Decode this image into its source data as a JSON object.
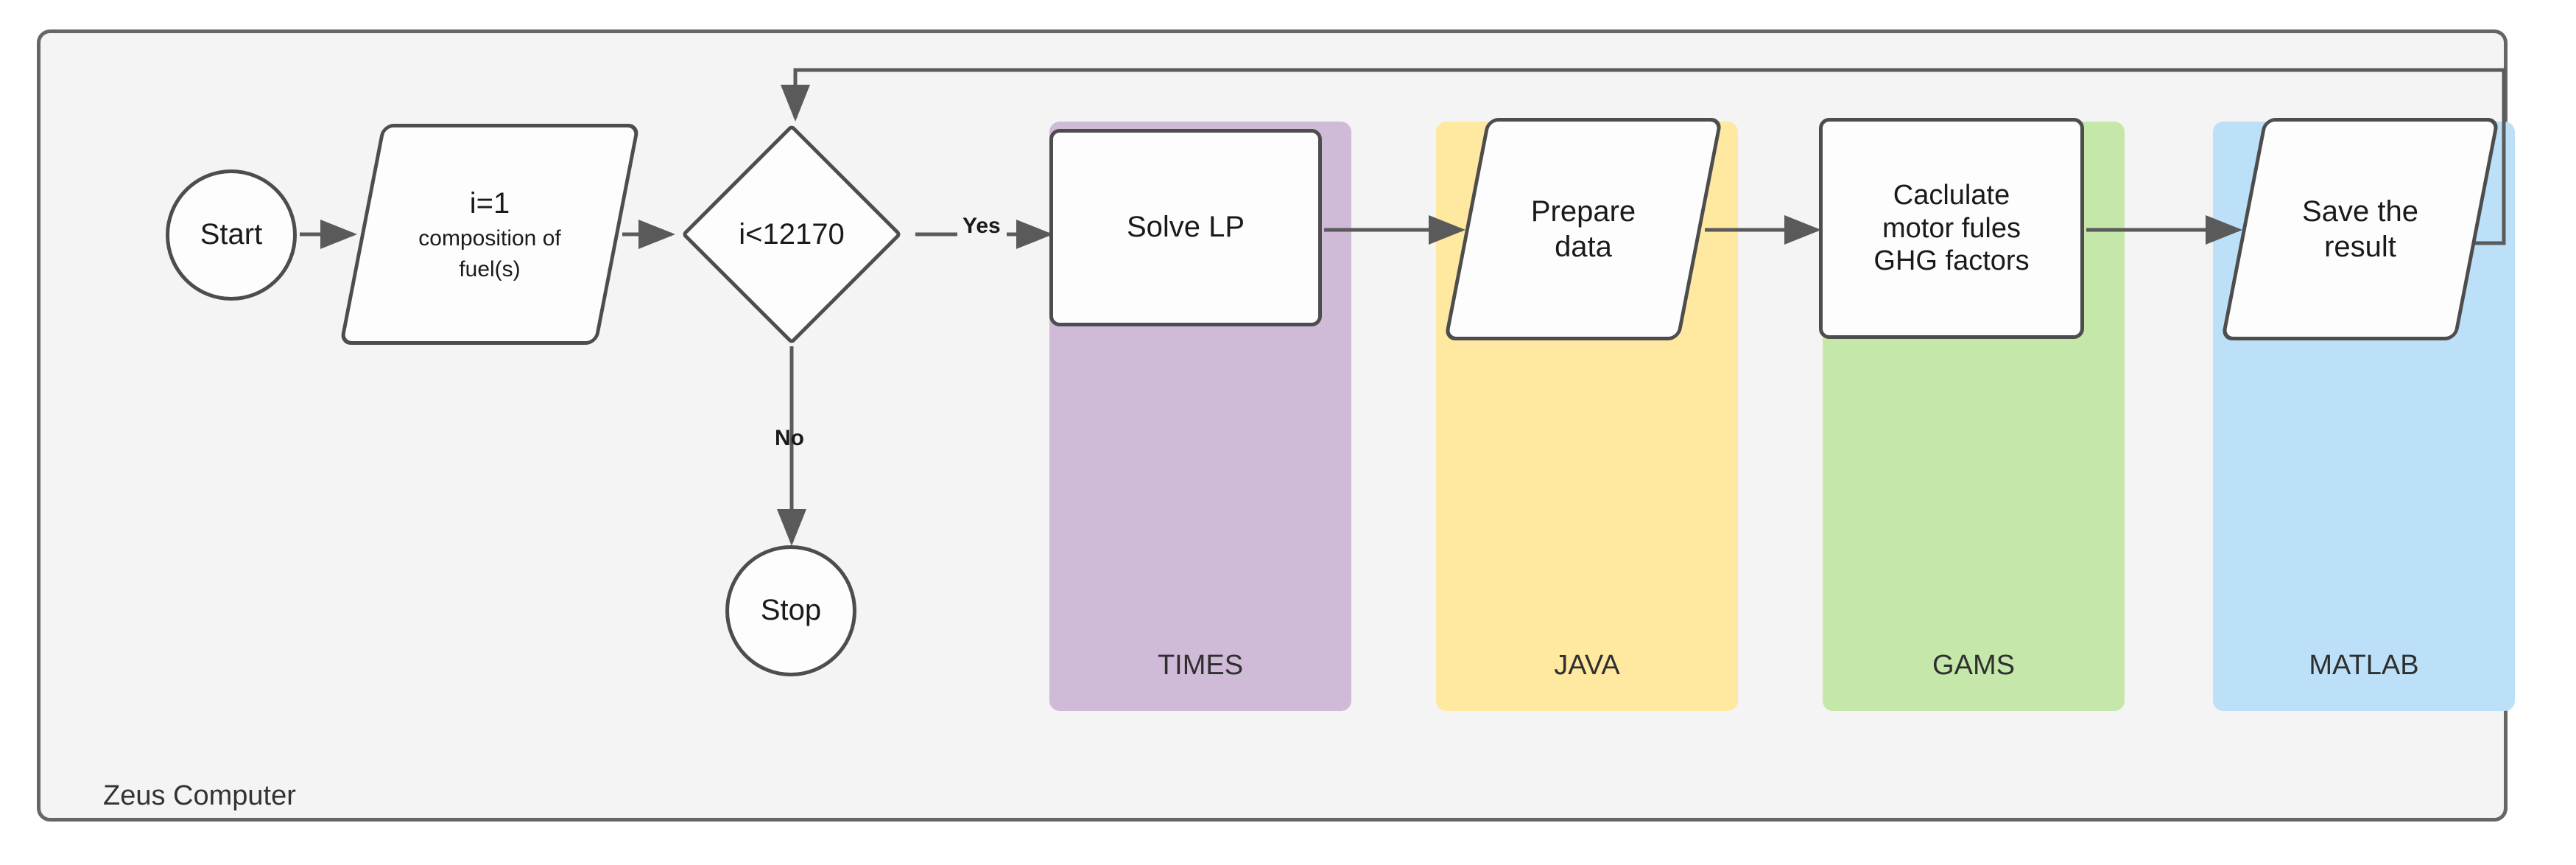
{
  "diagram": {
    "container_label": "Zeus Computer",
    "type": "flowchart",
    "background": "#f4f4f4",
    "border_color": "#666666",
    "node_border_color": "#4d4d4d",
    "node_fill": "#fdfdfd"
  },
  "nodes": {
    "start": {
      "label": "Start",
      "shape": "terminator"
    },
    "init": {
      "line1": "i=1",
      "line2": "composition of\nfuel(s)",
      "line2a": "composition of",
      "line2b": "fuel(s)",
      "shape": "data-parallelogram"
    },
    "decision": {
      "label": "i<12170",
      "shape": "decision-diamond"
    },
    "stop": {
      "label": "Stop",
      "shape": "terminator"
    },
    "solve_lp": {
      "label": "Solve LP",
      "shape": "process"
    },
    "prepare_data": {
      "label": "Prepare data",
      "line1": "Prepare",
      "line2": "data",
      "shape": "data-parallelogram"
    },
    "ghg_factors": {
      "label": "Caclulate motor fules GHG factors",
      "line1": "Caclulate",
      "line2": "motor fules",
      "line3": "GHG factors",
      "shape": "process"
    },
    "save_result": {
      "label": "Save the result",
      "line1": "Save the",
      "line2": "result",
      "shape": "data-parallelogram"
    }
  },
  "edges": {
    "yes_label": "Yes",
    "no_label": "No"
  },
  "lanes": [
    {
      "id": "times",
      "label": "TIMES",
      "color": "#cfbbd8"
    },
    {
      "id": "java",
      "label": "JAVA",
      "color": "#ffe9a0"
    },
    {
      "id": "gams",
      "label": "GAMS",
      "color": "#c5e7aa"
    },
    {
      "id": "matlab",
      "label": "MATLAB",
      "color": "#bce0f8"
    }
  ]
}
